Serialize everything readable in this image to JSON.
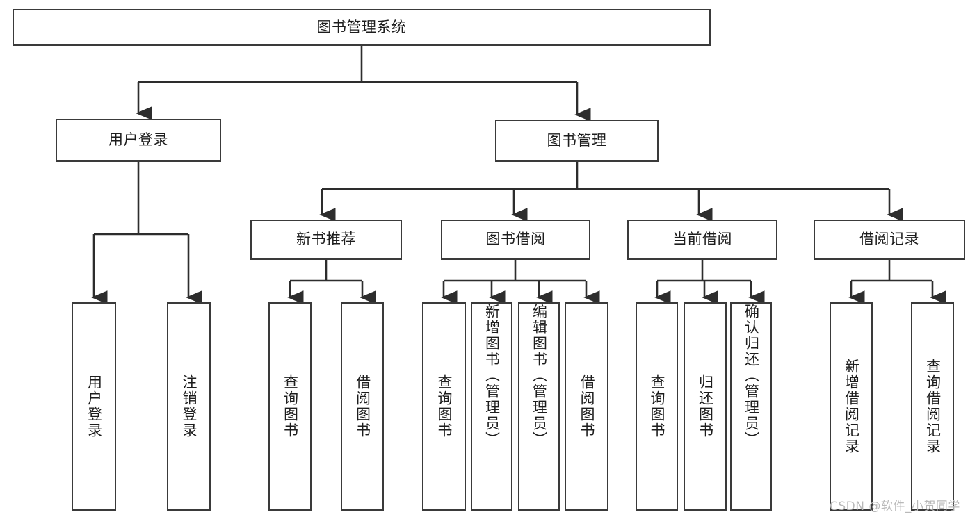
{
  "diagram": {
    "type": "tree",
    "title": "图书管理系统",
    "root": {
      "id": "root",
      "label": "图书管理系统"
    },
    "level1": [
      {
        "id": "user-login",
        "label": "用户登录"
      },
      {
        "id": "book-manage",
        "label": "图书管理"
      }
    ],
    "level2": [
      {
        "id": "new-book-recommend",
        "label": "新书推荐",
        "parent": "book-manage"
      },
      {
        "id": "book-borrow",
        "label": "图书借阅",
        "parent": "book-manage"
      },
      {
        "id": "current-borrow",
        "label": "当前借阅",
        "parent": "book-manage"
      },
      {
        "id": "borrow-record",
        "label": "借阅记录",
        "parent": "book-manage"
      }
    ],
    "leaves": [
      {
        "id": "leaf-user-login",
        "label": "用户登录",
        "parent": "user-login"
      },
      {
        "id": "leaf-user-logout",
        "label": "注销登录",
        "parent": "user-login"
      },
      {
        "id": "leaf-query-book-1",
        "label": "查询图书",
        "parent": "new-book-recommend"
      },
      {
        "id": "leaf-borrow-book-1",
        "label": "借阅图书",
        "parent": "new-book-recommend"
      },
      {
        "id": "leaf-query-book-2",
        "label": "查询图书",
        "parent": "book-borrow"
      },
      {
        "id": "leaf-add-book",
        "label": "新增图书（管理员）",
        "parent": "book-borrow"
      },
      {
        "id": "leaf-edit-book",
        "label": "编辑图书（管理员）",
        "parent": "book-borrow"
      },
      {
        "id": "leaf-borrow-book-2",
        "label": "借阅图书",
        "parent": "book-borrow"
      },
      {
        "id": "leaf-query-book-3",
        "label": "查询图书",
        "parent": "current-borrow"
      },
      {
        "id": "leaf-return-book",
        "label": "归还图书",
        "parent": "current-borrow"
      },
      {
        "id": "leaf-confirm-return",
        "label": "确认归还（管理员）",
        "parent": "current-borrow"
      },
      {
        "id": "leaf-add-record",
        "label": "新增借阅记录",
        "parent": "borrow-record"
      },
      {
        "id": "leaf-query-record",
        "label": "查询借阅记录",
        "parent": "borrow-record"
      }
    ],
    "colors": {
      "stroke": "#3a3a3a",
      "text": "#1d1d1d",
      "background": "#ffffff",
      "watermark": "#b9b9b9"
    }
  },
  "watermark": {
    "text": "CSDN @软件_小贺同学"
  }
}
